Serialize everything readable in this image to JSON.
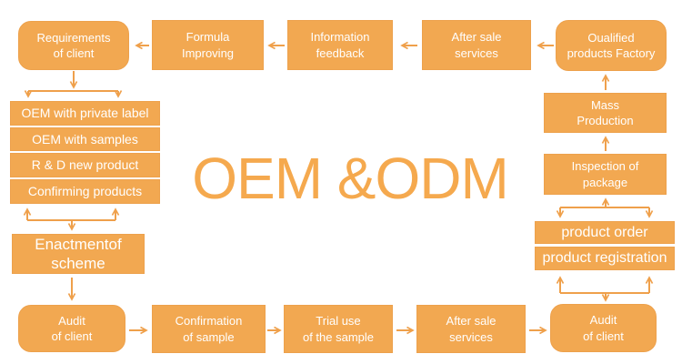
{
  "title": "OEM &ODM",
  "colors": {
    "box_fill": "#F2A851",
    "box_border": "#EDA14C",
    "box_text": "#FFFFFF",
    "arrow_color": "#EFA04B",
    "title_color": "#F5A94E"
  },
  "nodes": {
    "requirements": "Requirements\nof client",
    "formula": "Formula\nImproving",
    "information_feedback": "Information\nfeedback",
    "after_sale_top": "After sale\nservices",
    "qualified_factory": "Oualified\nproducts Factory",
    "oem_private_label": "OEM with private label",
    "oem_samples": "OEM with samples",
    "rd_new_product": "R & D new product",
    "confirming_products": "Confirming products",
    "enactment": "Enactmentof\nscheme",
    "audit_left": "Audit\nof client",
    "confirmation_sample": "Confirmation\nof sample",
    "trial_use": "Trial use\nof the sample",
    "after_sale_bottom": "After sale\nservices",
    "audit_right": "Audit\nof client",
    "product_order": "product order",
    "product_registration": "product registration",
    "inspection_package": "Inspection of\npackage",
    "mass_production": "Mass\nProduction"
  }
}
